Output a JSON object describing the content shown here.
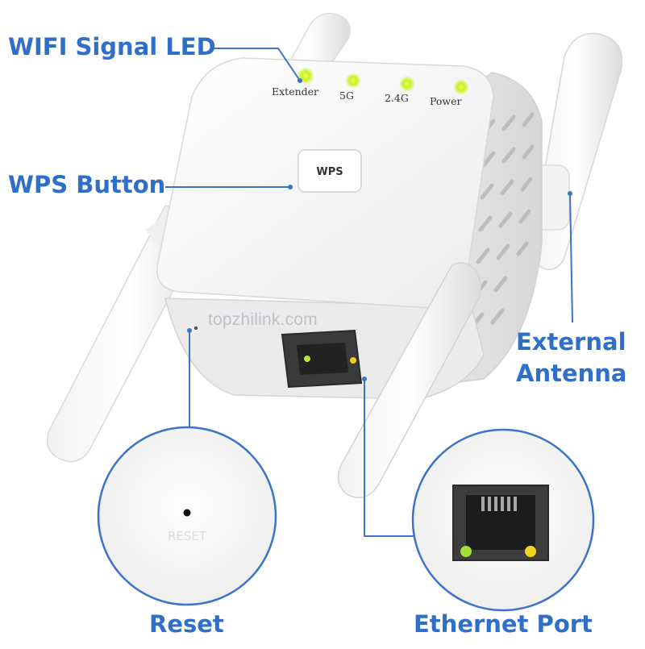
{
  "callouts": {
    "wifi_led": "WIFI Signal LED",
    "wps_button": "WPS Button",
    "external_antenna_line1": "External",
    "external_antenna_line2": "Antenna",
    "reset": "Reset",
    "ethernet_port": "Ethernet Port"
  },
  "device": {
    "led_labels": [
      "Extender",
      "5G",
      "2.4G",
      "Power"
    ],
    "wps_label": "WPS",
    "reset_label": "RESET",
    "watermark": "topzhilink.com"
  },
  "colors": {
    "callout_text": "#2f6fc9",
    "callout_line": "#3b74c8",
    "led_green": "#c8f21a",
    "led_yellow": "#f2d21a",
    "device_body": "#f7f7f7"
  }
}
